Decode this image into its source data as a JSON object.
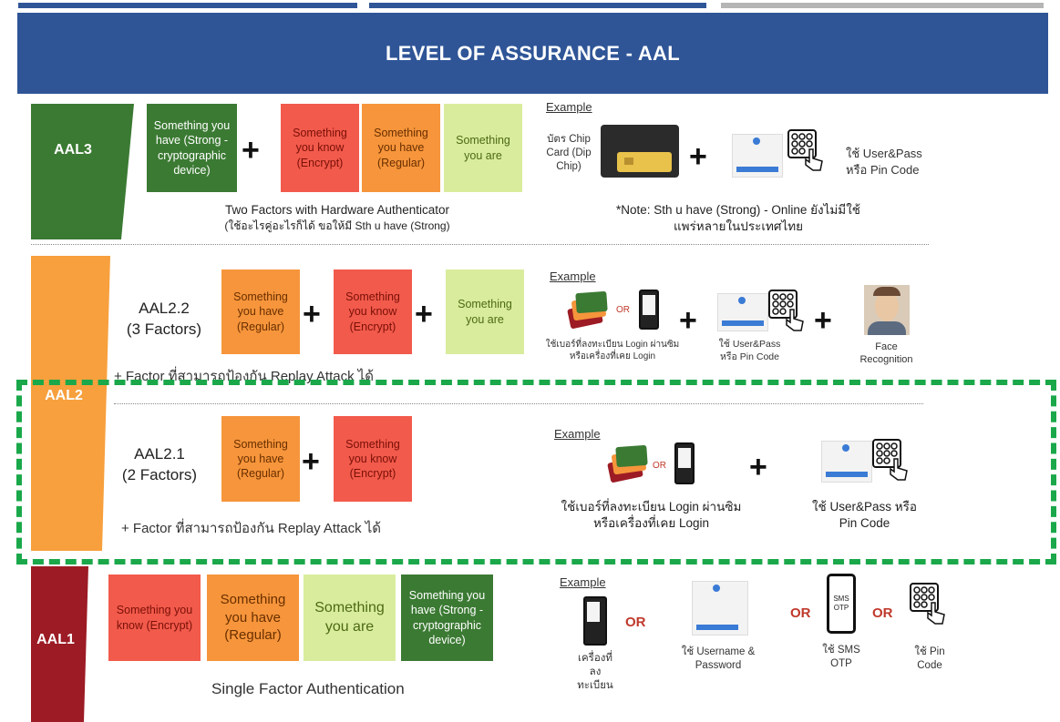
{
  "title": "LEVEL OF ASSURANCE - AAL",
  "colors": {
    "banner": "#2f5597",
    "aal3": "#3b7a33",
    "aal2": "#f7a03d",
    "aal1": "#9c1b24",
    "highlight": "#1aa84a"
  },
  "aal3": {
    "label": "AAL3",
    "boxes": [
      "Something you have (Strong - cryptographic device)",
      "Something you know (Encrypt)",
      "Something you have (Regular)",
      "Something you are"
    ],
    "caption_line1": "Two Factors with Hardware Authenticator",
    "caption_line2": "(ใช้อะไรคู่อะไรก็ได้ ขอให้มี Sth u have (Strong)",
    "example": "Example",
    "chip_label": "บัตร Chip Card (Dip Chip)",
    "pass_label": "ใช้ User&Pass หรือ Pin Code",
    "note_line1": "*Note: Sth u have (Strong) - Online ยังไม่มีใช้",
    "note_line2": "แพร่หลายในประเทศไทย"
  },
  "aal2": {
    "label": "AAL2",
    "sub1": {
      "title": "AAL2.2",
      "factors": "(3 Factors)",
      "boxes": [
        "Something you have (Regular)",
        "Something you know (Encrypt)",
        "Something you are"
      ],
      "example": "Example",
      "or": "OR",
      "sim_label": "ใช้เบอร์ที่ลงทะเบียน Login ผ่านซิม หรือเครื่องที่เคย Login",
      "pass_label": "ใช้ User&Pass หรือ Pin Code",
      "face_label": "Face Recognition",
      "replay": "+ Factor ที่สามารถป้องกัน Replay Attack ได้"
    },
    "sub2": {
      "title": "AAL2.1",
      "factors": "(2 Factors)",
      "boxes": [
        "Something you have (Regular)",
        "Something you know (Encrypt)"
      ],
      "example": "Example",
      "or": "OR",
      "sim_label": "ใช้เบอร์ที่ลงทะเบียน Login ผ่านซิม หรือเครื่องที่เคย Login",
      "pass_label": "ใช้ User&Pass หรือ Pin Code",
      "replay": "+ Factor ที่สามารถป้องกัน Replay Attack ได้"
    }
  },
  "aal1": {
    "label": "AAL1",
    "boxes": [
      "Something you know (Encrypt)",
      "Something you have (Regular)",
      "Something you are",
      "Something you have (Strong - cryptographic device)"
    ],
    "caption": "Single Factor Authentication",
    "example": "Example",
    "or": "OR",
    "phone_label": "เครื่องที่ ลงทะเบียน",
    "user_label": "ใช้ Username & Password",
    "sms_text": "SMS OTP",
    "sms_label": "ใช้ SMS OTP",
    "pin_label": "ใช้ Pin Code"
  },
  "plus": "+"
}
